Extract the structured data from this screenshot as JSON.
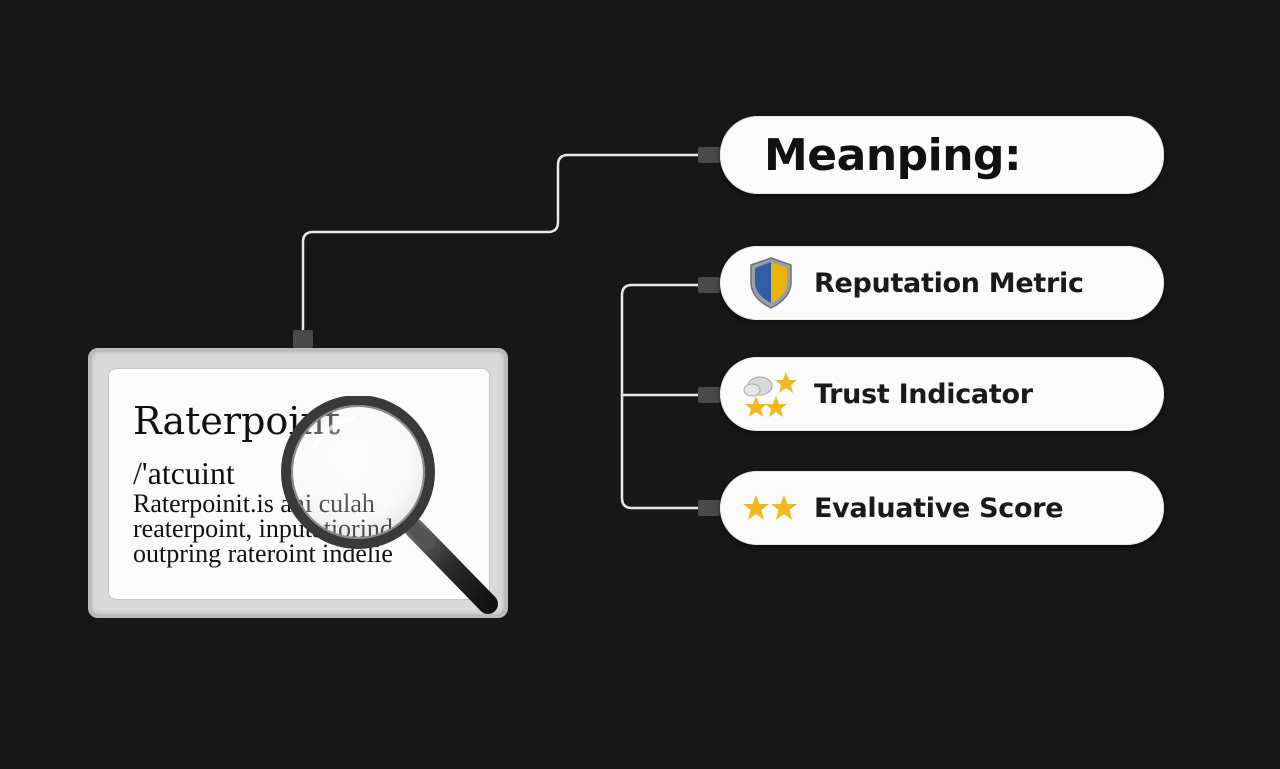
{
  "dictionary": {
    "word": "Raterpoint",
    "phonetic": "/'atcuint",
    "definition_lines": [
      "Raterpoinit.is ani culah",
      "reaterpoint, inputatiorind",
      "outpring rateroint indelie"
    ]
  },
  "meaning": {
    "header": "Meanping:",
    "items": [
      {
        "label": "Reputation Metric",
        "icon": "shield-icon"
      },
      {
        "label": "Trust Indicator",
        "icon": "stars-cloud-icon"
      },
      {
        "label": "Evaluative Score",
        "icon": "two-stars-icon"
      }
    ]
  },
  "colors": {
    "background": "#171717",
    "connector": "#e8e8e8",
    "pill": "#fbfbfb",
    "shield_blue": "#2f5da8",
    "shield_gold": "#e9b20e",
    "star": "#f5b81c"
  }
}
